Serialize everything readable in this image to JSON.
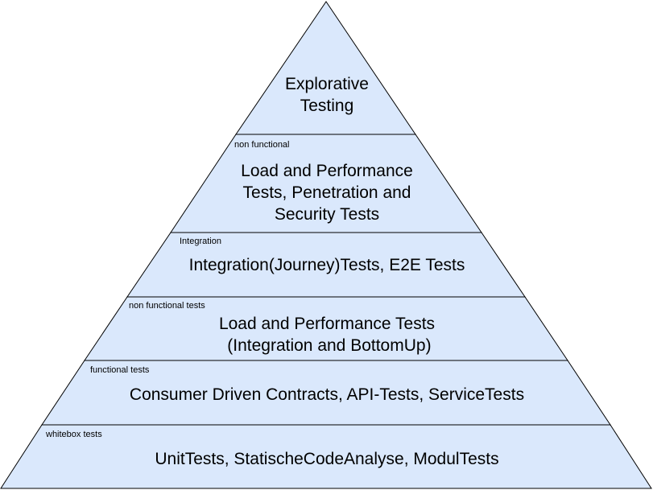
{
  "diagram": {
    "fill_color": "#dae8fc",
    "stroke_color": "#000000",
    "layers": [
      {
        "tag": "",
        "lines": [
          "Explorative",
          "Testing"
        ]
      },
      {
        "tag": "non functional",
        "lines": [
          "Load and Performance",
          "Tests, Penetration and",
          "Security Tests"
        ]
      },
      {
        "tag": "Integration",
        "lines": [
          "Integration(Journey)Tests, E2E Tests"
        ]
      },
      {
        "tag": "non functional tests",
        "lines": [
          "Load and Performance Tests",
          " (Integration and BottomUp)"
        ]
      },
      {
        "tag": "functional tests",
        "lines": [
          "Consumer Driven Contracts, API-Tests, ServiceTests"
        ]
      },
      {
        "tag": "whitebox tests",
        "lines": [
          "UnitTests, StatischeCodeAnalyse, ModulTests"
        ]
      }
    ]
  }
}
